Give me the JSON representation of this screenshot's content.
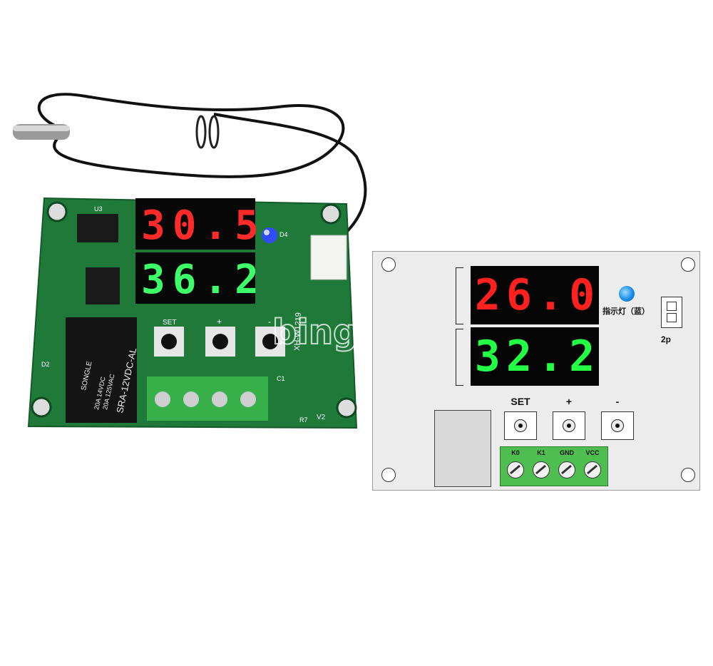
{
  "photo": {
    "display_top_value": "30.5",
    "display_bottom_value": "36.2",
    "relay_brand": "SONGLE",
    "relay_rating_1": "20A 14VDC",
    "relay_rating_2": "20A 125VAC",
    "relay_model": "SRA-12VDC-AL",
    "chip_label": "U3",
    "button_label_set": "SET",
    "button_label_plus": "+",
    "button_label_minus": "-",
    "board_model": "XH-W1219",
    "pcb_label_d2": "D2",
    "pcb_label_v2": "V2",
    "pcb_label_r7": "R7",
    "pcb_label_c1": "C1",
    "pcb_label_d4": "D4",
    "watermark": "bingogo"
  },
  "diagram": {
    "display_top": "26.0",
    "display_bottom": "32.2",
    "indicator_label": "指示灯（蓝）",
    "connector_label": "2p",
    "buttons": [
      "SET",
      "+",
      "-"
    ],
    "terminals": [
      "K0",
      "K1",
      "GND",
      "VCC"
    ],
    "colors": {
      "display_top": "#ff2020",
      "display_bottom": "#22ff44",
      "indicator": "#1a8ee8",
      "terminal_block": "#4fbe50",
      "pcb": "#1f7a3a"
    }
  }
}
